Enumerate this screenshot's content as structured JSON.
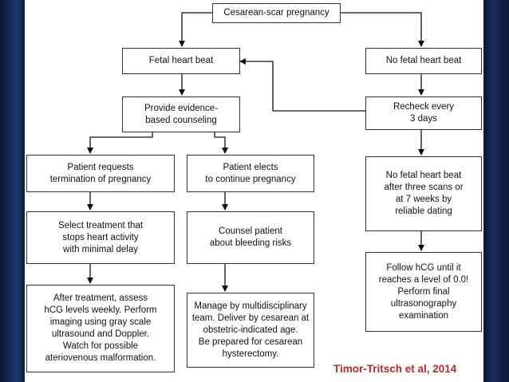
{
  "flowchart": {
    "nodes": {
      "root": "Cesarean-scar pregnancy",
      "fhb": "Fetal heart beat",
      "nofhb": "No fetal heart beat",
      "counsel": "Provide evidence-\nbased counseling",
      "recheck": "Recheck every\n3 days",
      "termination": "Patient requests\ntermination of pregnancy",
      "continue": "Patient elects\nto continue pregnancy",
      "nofhb3": "No fetal heart beat\nafter three scans or\nat 7 weeks by\nreliable dating",
      "select_treatment": "Select treatment that\nstops heart activity\nwith minimal delay",
      "bleeding": "Counsel patient\nabout bleeding risks",
      "after_treatment": "After treatment, assess\nhCG levels weekly. Perform\nimaging using gray scale\nultrasound and Doppler.\nWatch for possible\nateriovenous malformation.",
      "manage": "Manage by multidisciplinary\nteam. Deliver by cesarean at\nobstetric-indicated age.\nBe prepared for cesarean\nhysterectomy.",
      "follow_hcg": "Follow hCG until it\nreaches a level of 0.0!\nPerform final\nultrasonography\nexamination"
    }
  },
  "citation": "Timor-Tritsch et al, 2014"
}
